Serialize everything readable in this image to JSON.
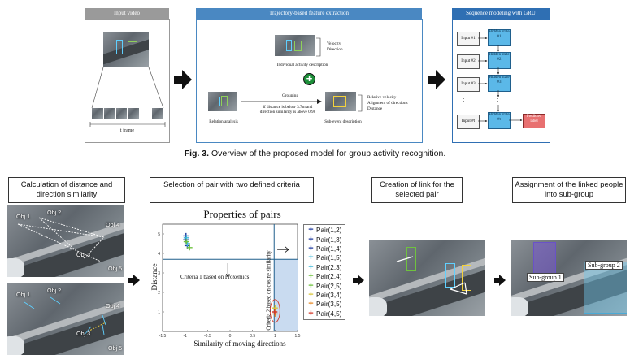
{
  "top": {
    "input_video_header": "Input video",
    "trajectory_header": "Trajectory-based feature extraction",
    "gru_header": "Sequence modeling with GRU",
    "t_frame": "t frame",
    "velocity": "Velocity",
    "direction": "Direction",
    "individual_desc": "Individual activity description",
    "grouping": "Grouping",
    "grouping_cond_1": "if distance is below 3.7m and",
    "grouping_cond_2": "direction similarity is above 0.98",
    "relative_velocity": "Relative velocity",
    "alignment": "Alignment of directions",
    "distance": "Distance",
    "relation_analysis": "Relation analysis",
    "subevent_desc": "Sub-event description",
    "inputs": [
      "Input #1",
      "Input #2",
      "Input #3",
      ":",
      "Input #t"
    ],
    "hidden_states": [
      "Hidden state #1",
      "Hidden state #2",
      "Hidden state #3",
      ":",
      "Hidden state #t"
    ],
    "predicted_label": "Predicted label"
  },
  "caption": {
    "label": "Fig. 3.",
    "text": "Overview of the proposed model for group activity recognition."
  },
  "bottom": {
    "stage1_title": "Calculation of distance and direction similarity",
    "stage2_title": "Selection of pair with two defined criteria",
    "stage3_title": "Creation of link for the selected pair",
    "stage4_title": "Assignment of the linked people into sub-group",
    "objects_top": [
      "Obj 1",
      "Obj 2",
      "Obj 4",
      "Obj 3",
      "Obj 5"
    ],
    "objects_bottom": [
      "Obj 1",
      "Obj 2",
      "Obj 4",
      "Obj 3",
      "Obj 5"
    ],
    "subgroup_1": "Sub-group 1",
    "subgroup_2": "Sub-group 2"
  },
  "chart_data": {
    "type": "scatter",
    "title": "Properties of pairs",
    "xlabel": "Similarity of moving directions",
    "ylabel": "Distance",
    "xlim": [
      -1.5,
      1.5
    ],
    "ylim": [
      0,
      5.5
    ],
    "xticks": [
      "-1.5",
      "-1",
      "-0.5",
      "0",
      "0.5",
      "1",
      "1.5"
    ],
    "yticks": [
      "1",
      "2",
      "3",
      "4",
      "5"
    ],
    "criteria1_label": "Criteria 1 based on Proxemics",
    "criteria2_label": "Criteria 2 based on cosine similarity",
    "criteria1_y": 3.7,
    "criteria2_x": 0.98,
    "series": [
      {
        "name": "Pair(1,2)",
        "color": "#1f3a9e",
        "x": [
          -0.98
        ],
        "y": [
          4.9
        ]
      },
      {
        "name": "Pair(1,3)",
        "color": "#1f3a9e",
        "x": [
          -0.98
        ],
        "y": [
          4.7
        ]
      },
      {
        "name": "Pair(1,4)",
        "color": "#1f3a9e",
        "x": [
          -0.95
        ],
        "y": [
          4.4
        ]
      },
      {
        "name": "Pair(1,5)",
        "color": "#3fb8d8",
        "x": [
          -0.97
        ],
        "y": [
          4.8
        ]
      },
      {
        "name": "Pair(2,3)",
        "color": "#3fb8d8",
        "x": [
          -0.95
        ],
        "y": [
          4.5
        ]
      },
      {
        "name": "Pair(2,4)",
        "color": "#6fc23e",
        "x": [
          -0.97
        ],
        "y": [
          4.6
        ]
      },
      {
        "name": "Pair(2,5)",
        "color": "#6fc23e",
        "x": [
          -0.9
        ],
        "y": [
          4.3
        ]
      },
      {
        "name": "Pair(3,4)",
        "color": "#d9c63c",
        "x": [
          1.0
        ],
        "y": [
          1.2
        ]
      },
      {
        "name": "Pair(3,5)",
        "color": "#e68b2a",
        "x": [
          1.0
        ],
        "y": [
          0.9
        ]
      },
      {
        "name": "Pair(4,5)",
        "color": "#d33a2a",
        "x": [
          0.99
        ],
        "y": [
          1.0
        ]
      }
    ]
  }
}
